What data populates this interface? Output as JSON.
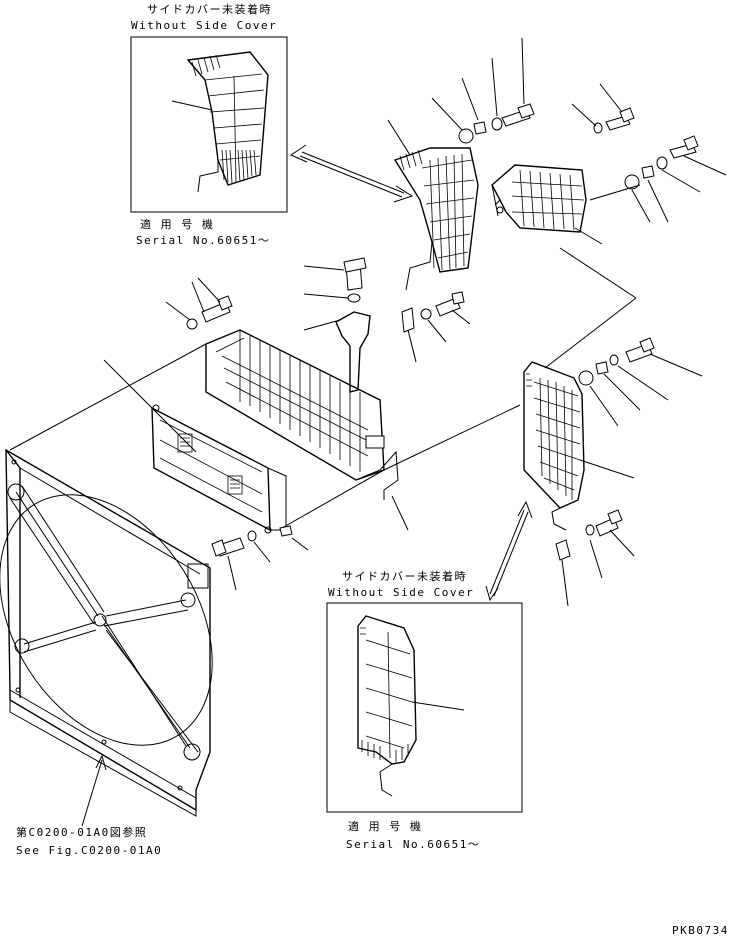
{
  "inset_top": {
    "title_jp": "サイドカバー未装着時",
    "title_en": "Without Side Cover",
    "serial_jp": "適 用 号 機",
    "serial_en": "Serial No.60651～"
  },
  "inset_bottom": {
    "title_jp": "サイドカバー未装着時",
    "title_en": "Without Side Cover",
    "serial_jp": "適 用 号 機",
    "serial_en": "Serial No.60651～"
  },
  "reference": {
    "jp": "第C0200-01A0図参照",
    "en": "See Fig.C0200-01A0"
  },
  "drawing_code": "PKB0734"
}
